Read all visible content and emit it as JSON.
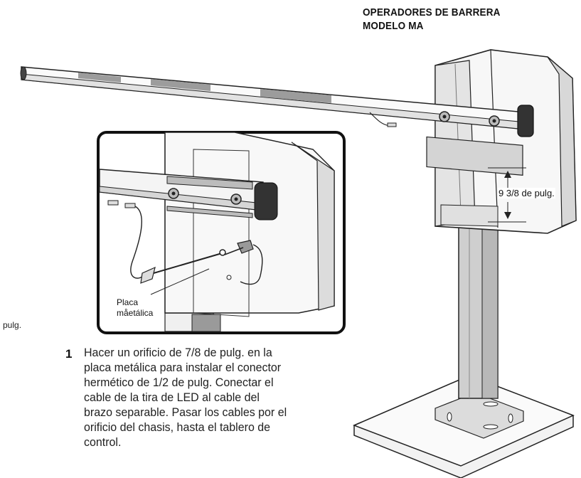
{
  "header": {
    "line1": "OPERADORES DE BARRERA",
    "line2": "MODELO MA"
  },
  "stray_text": "pulg.",
  "dimension_label": "9 3/8 de pulg.",
  "inset": {
    "label_line1": "Placa",
    "label_line2": "måetálica"
  },
  "step": {
    "number": "1",
    "lines": [
      "Hacer un orificio de 7/8 de pulg. en la",
      "placa metálica para instalar el conector",
      "hermético de 1/2 de pulg. Conectar el",
      "cable de la tira de LED al cable del",
      "brazo separable. Pasar los cables por el",
      "orificio del chasis, hasta el tablero de",
      "control."
    ]
  }
}
